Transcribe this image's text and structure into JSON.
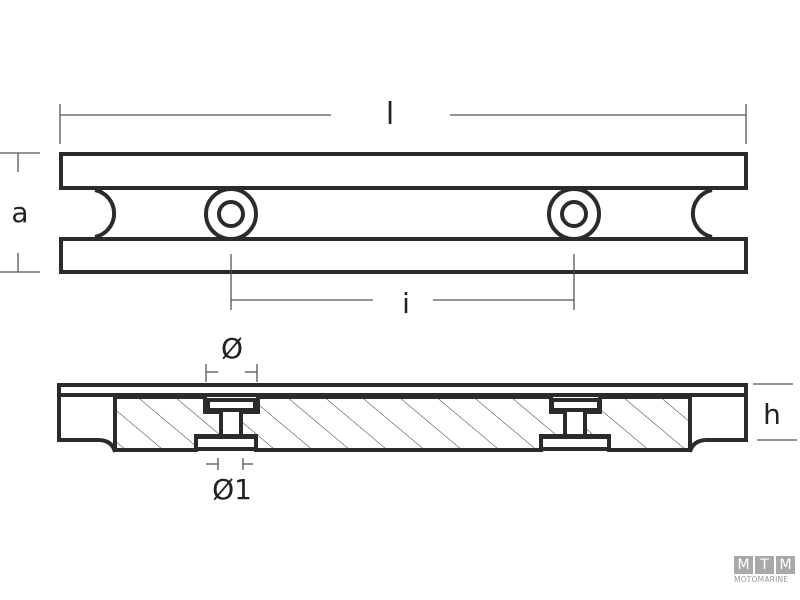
{
  "diagram": {
    "type": "technical-drawing",
    "subject": "anode bar with two mounting bushings",
    "colors": {
      "outline": "#2b2b2b",
      "dimension_line": "#555555",
      "hatch": "#333333",
      "background": "#ffffff"
    },
    "top_view": {
      "dimensions": {
        "length_label": "l",
        "width_label": "a",
        "hole_spacing_label": "i"
      }
    },
    "section_view": {
      "dimensions": {
        "hole_diameter_label": "Ø",
        "counterbore_diameter_label": "Ø1",
        "height_label": "h"
      }
    }
  },
  "logo": {
    "letters": [
      "M",
      "T",
      "M"
    ],
    "text": "MOTOMARINE"
  }
}
